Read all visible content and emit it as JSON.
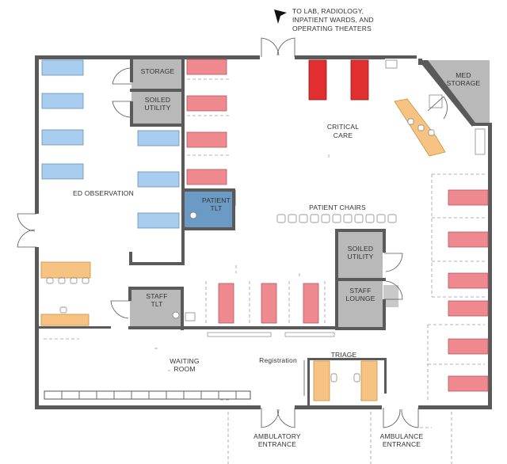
{
  "labels": {
    "directions": [
      "TO LAB, RADIOLOGY,",
      "INPATIENT WARDS, AND",
      "OPERATING THEATERS"
    ],
    "storage": "STORAGE",
    "soiled_utility_left": [
      "SOILED",
      "UTILITY"
    ],
    "med_storage": [
      "MED",
      "STORAGE"
    ],
    "critical_care": [
      "CRITICAL",
      "CARE"
    ],
    "ed_observation": "ED OBSERVATION",
    "patient_tlt": [
      "PATIENT",
      "TLT"
    ],
    "patient_chairs": "PATIENT CHAIRS",
    "soiled_utility_right": [
      "SOILED",
      "UTILITY"
    ],
    "staff_tlt": [
      "STAFF",
      "TLT"
    ],
    "staff_lounge": [
      "STAFF",
      "LOUNGE"
    ],
    "waiting_room": [
      "WAITING",
      "ROOM"
    ],
    "registration": "Registration",
    "triage": "TRIAGE",
    "ambulatory_entrance": [
      "AMBULATORY",
      "ENTRANCE"
    ],
    "ambulance_entrance": [
      "AMBULANCE",
      "ENTRANCE"
    ]
  },
  "colors": {
    "observation_bed": "#a9cdef",
    "treatment_bed": "#ee8a8f",
    "critical_bed": "#e12f2f",
    "support_room": "#b9b9b9",
    "toilet": "#6b9bc4",
    "counter": "#f7c383",
    "wall": "#5a5a5a"
  }
}
